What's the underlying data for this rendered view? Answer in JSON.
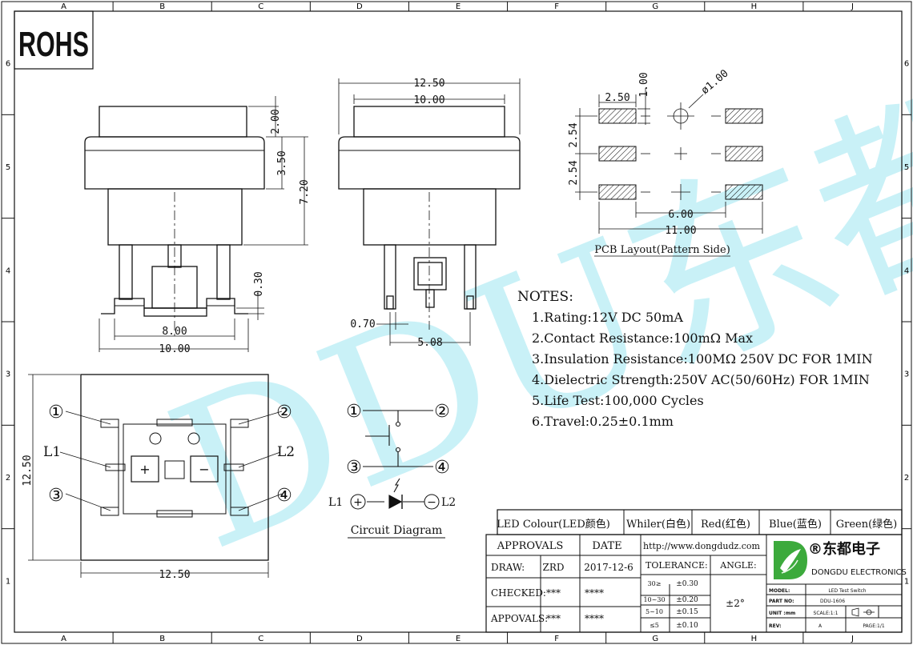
{
  "frame": {
    "columns": [
      "A",
      "B",
      "C",
      "D",
      "E",
      "F",
      "G",
      "H",
      "J"
    ],
    "rows": [
      "6",
      "5",
      "4",
      "3",
      "2",
      "1"
    ]
  },
  "rohs_label": "ROHS",
  "watermark": "DDU东都",
  "dimensions": {
    "side_view": {
      "top_2_00": "2.00",
      "top_3_50": "3.50",
      "height_7_20": "7.20",
      "lead_0_30": "0.30",
      "pitch_8_00": "8.00",
      "width_10_00": "10.00"
    },
    "front_view": {
      "width_12_50": "12.50",
      "width_10_00": "10.00",
      "pin_0_70": "0.70",
      "pitch_5_08": "5.08"
    },
    "pcb": {
      "pad_2_50": "2.50",
      "pad_1_00": "1.00",
      "hole": "ø1.00",
      "pitch_a": "2.54",
      "pitch_b": "2.54",
      "span_6_00": "6.00",
      "span_11_00": "11.00",
      "caption": "PCB Layout(Pattern Side)"
    },
    "bottom_view": {
      "height_12_50": "12.50",
      "width_12_50": "12.50",
      "pin1": "①",
      "pin2": "②",
      "pin3": "③",
      "pin4": "④",
      "l1": "L1",
      "l2": "L2",
      "plus": "+",
      "minus": "−"
    }
  },
  "circuit": {
    "pin1": "①",
    "pin2": "②",
    "pin3": "③",
    "pin4": "④",
    "l1": "L1",
    "l2": "L2",
    "plus": "+",
    "minus": "−",
    "caption": "Circuit Diagram"
  },
  "notes": {
    "title": "NOTES:",
    "items": [
      "1.Rating:12V DC 50mA",
      "2.Contact Resistance:100mΩ Max",
      "3.Insulation Resistance:100MΩ 250V DC FOR 1MIN",
      "4.Dielectric Strength:250V AC(50/60Hz) FOR 1MIN",
      "5.Life Test:100,000 Cycles",
      "6.Travel:0.25±0.1mm"
    ]
  },
  "led_row": {
    "label": "LED Colour(LED颜色)",
    "colors": [
      "Whiler(白色)",
      "Red(红色)",
      "Blue(蓝色)",
      "Green(绿色)"
    ]
  },
  "title_block": {
    "approvals_header": "APPROVALS",
    "date_header": "DATE",
    "website": "http://www.dongdudz.com",
    "draw_label": "DRAW:",
    "draw_name": "ZRD",
    "draw_date": "2017-12-6",
    "checked_label": "CHECKED:",
    "checked_name": "***",
    "checked_date": "****",
    "approvals_label": "APPOVALS:",
    "approvals_name": "***",
    "approvals_date": "****",
    "tolerance_label": "TOLERANCE:",
    "angle_label": "ANGLE:",
    "angle_value": "±2°",
    "tolerances": [
      {
        "range": "30≥",
        "value": "±0.30"
      },
      {
        "range": "10~30",
        "value": "±0.20"
      },
      {
        "range": "5~10",
        "value": "±0.15"
      },
      {
        "range": "≤5",
        "value": "±0.10"
      }
    ],
    "company_cn": "®东都电子",
    "company_en": "DONGDU ELECTRONICS",
    "model_label": "MODEL:",
    "model_value": "LED Test Switch",
    "part_label": "PART NO:",
    "part_value": "DDU-1606",
    "unit_label": "UNIT :mm",
    "scale_label": "SCALE:1:1",
    "rev_label": "REV:",
    "rev_value": "A",
    "page_label": "PAGE:1/1"
  },
  "colors": {
    "line": "#111111",
    "watermark": "#bfeff6",
    "logo_green": "#3caa3c"
  }
}
